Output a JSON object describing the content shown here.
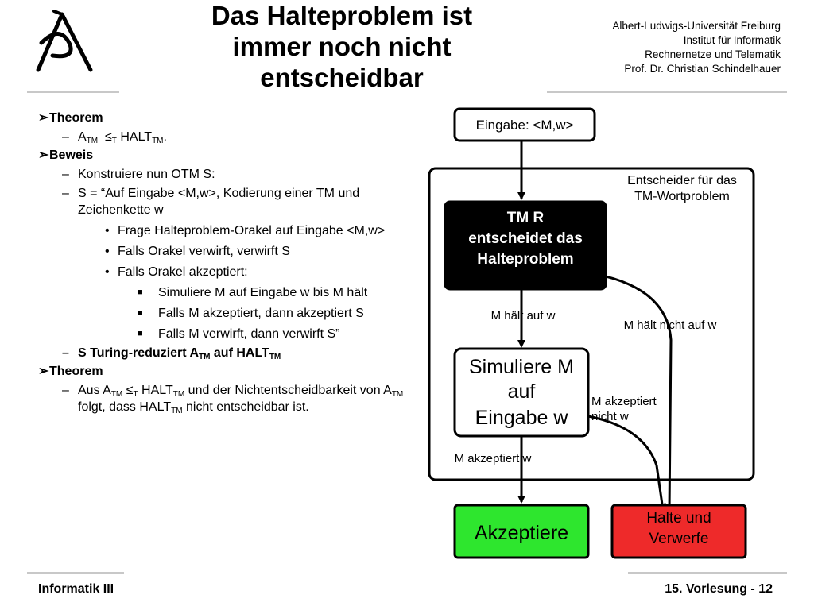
{
  "header": {
    "title_lines": [
      "Das Halteproblem ist",
      "immer noch nicht",
      "entscheidbar"
    ],
    "institute": {
      "line1": "Albert-Ludwigs-Universität Freiburg",
      "line2": "Institut für Informatik",
      "line3": "Rechnernetze und Telematik",
      "line4": "Prof. Dr. Christian Schindelhauer"
    }
  },
  "content": {
    "arrow_marker": "➢",
    "dash_marker": "–",
    "bullet_marker": "•",
    "square_marker": "■",
    "theorem1": {
      "heading": "Theorem",
      "a": "A",
      "tm": "TM",
      "le": "≤",
      "t": "T",
      "halt": "HALT",
      "period": "."
    },
    "beweis": {
      "heading": "Beweis",
      "item1": "Konstruiere nun OTM S:",
      "item2": "S = “Auf Eingabe <M,w>, Kodierung einer TM und Zeichenkette w",
      "sub1": "Frage Halteproblem-Orakel auf Eingabe <M,w>",
      "sub2": "Falls Orakel verwirft, verwirft S",
      "sub3": "Falls Orakel akzeptiert:",
      "subsub1": "Simuliere M auf Eingabe w bis M hält",
      "subsub2": "Falls M akzeptiert, dann akzeptiert S",
      "subsub3": "Falls M verwirft, dann verwirft S”",
      "item3_prefix": "S Turing-reduziert A",
      "item3_tm1": "TM",
      "item3_mid": " auf HALT",
      "item3_tm2": "TM"
    },
    "theorem2": {
      "heading": "Theorem",
      "p1": "Aus A",
      "tm1": "TM",
      "le": " ≤",
      "t": "T",
      "p2": " HALT",
      "tm2": "TM",
      "p3": " und der Nichtentscheidbarkeit von A",
      "tm3": "TM",
      "p4": " folgt, dass HALT",
      "tm4": "TM",
      "p5": " nicht entscheidbar ist."
    }
  },
  "diagram": {
    "input_box": "Eingabe:  <M,w>",
    "outer_label_line1": "Entscheider für das",
    "outer_label_line2": "TM-Wortproblem",
    "tmr_line1": "TM R",
    "tmr_line2": "entscheidet das",
    "tmr_line3": "Halteproblem",
    "halts_label": "M hält auf w",
    "not_halts_label": "M hält nicht auf w",
    "sim_line1": "Simuliere M",
    "sim_line2": "auf",
    "sim_line3": "Eingabe w",
    "rejects_line1": "M akzeptiert",
    "rejects_line2": "nicht w",
    "accepts_label": "M akzeptiert w",
    "accept_box": "Akzeptiere",
    "reject_line1": "Halte und",
    "reject_line2": "Verwerfe",
    "colors": {
      "accept": "#2ee62e",
      "reject": "#ee2a2a",
      "tmr": "#000000"
    }
  },
  "footer": {
    "left": "Informatik III",
    "right": "15. Vorlesung - 12"
  }
}
